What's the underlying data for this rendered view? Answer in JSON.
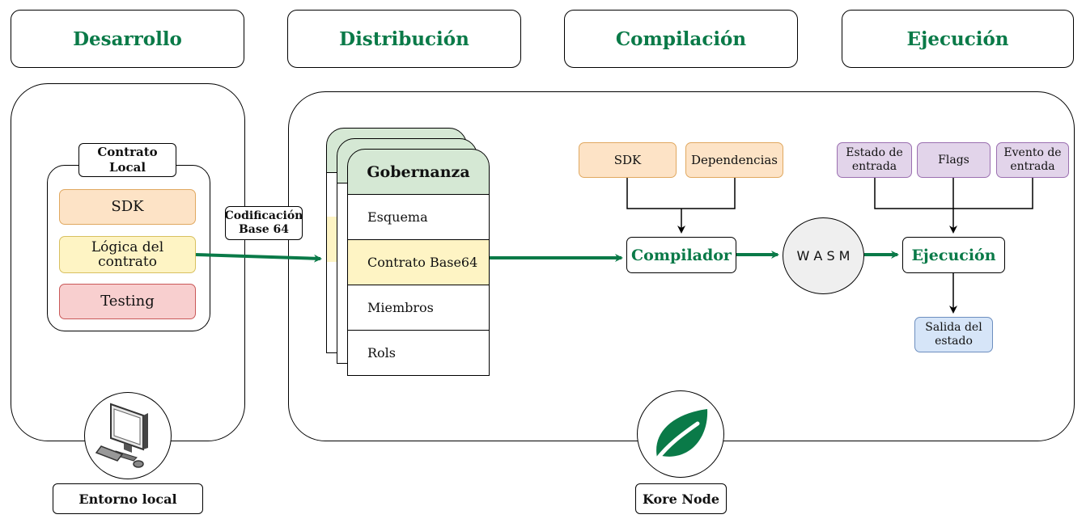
{
  "phases": {
    "desarrollo": "Desarrollo",
    "distribucion": "Distribución",
    "compilacion": "Compilación",
    "ejecucion": "Ejecución"
  },
  "local": {
    "contract_title": "Contrato Local",
    "items": [
      "SDK",
      "Lógica del contrato",
      "Testing"
    ],
    "footer": "Entorno local",
    "icon": "desktop-computer-icon"
  },
  "encoding_label": "Codificación Base 64",
  "governance": {
    "title": "Gobernanza",
    "rows": [
      "Esquema",
      "Contrato Base64",
      "Miembros",
      "Rols"
    ]
  },
  "compilation": {
    "inputs": [
      "SDK",
      "Dependencias"
    ],
    "compiler": "Compilador",
    "wasm": "W A S M"
  },
  "execution": {
    "inputs": [
      "Estado de entrada",
      "Flags",
      "Evento de entrada"
    ],
    "runner": "Ejecución",
    "output": "Salida del estado"
  },
  "node": {
    "footer": "Kore Node",
    "icon": "leaf-icon"
  },
  "colors": {
    "accent_green": "#0a7a48",
    "orange_fill": "#fde3c6",
    "yellow_fill": "#fef4c4",
    "red_fill": "#f8cfcf",
    "purple_fill": "#e2d4ea",
    "blue_fill": "#d6e5f8",
    "governance_head": "#d5e8d4"
  }
}
